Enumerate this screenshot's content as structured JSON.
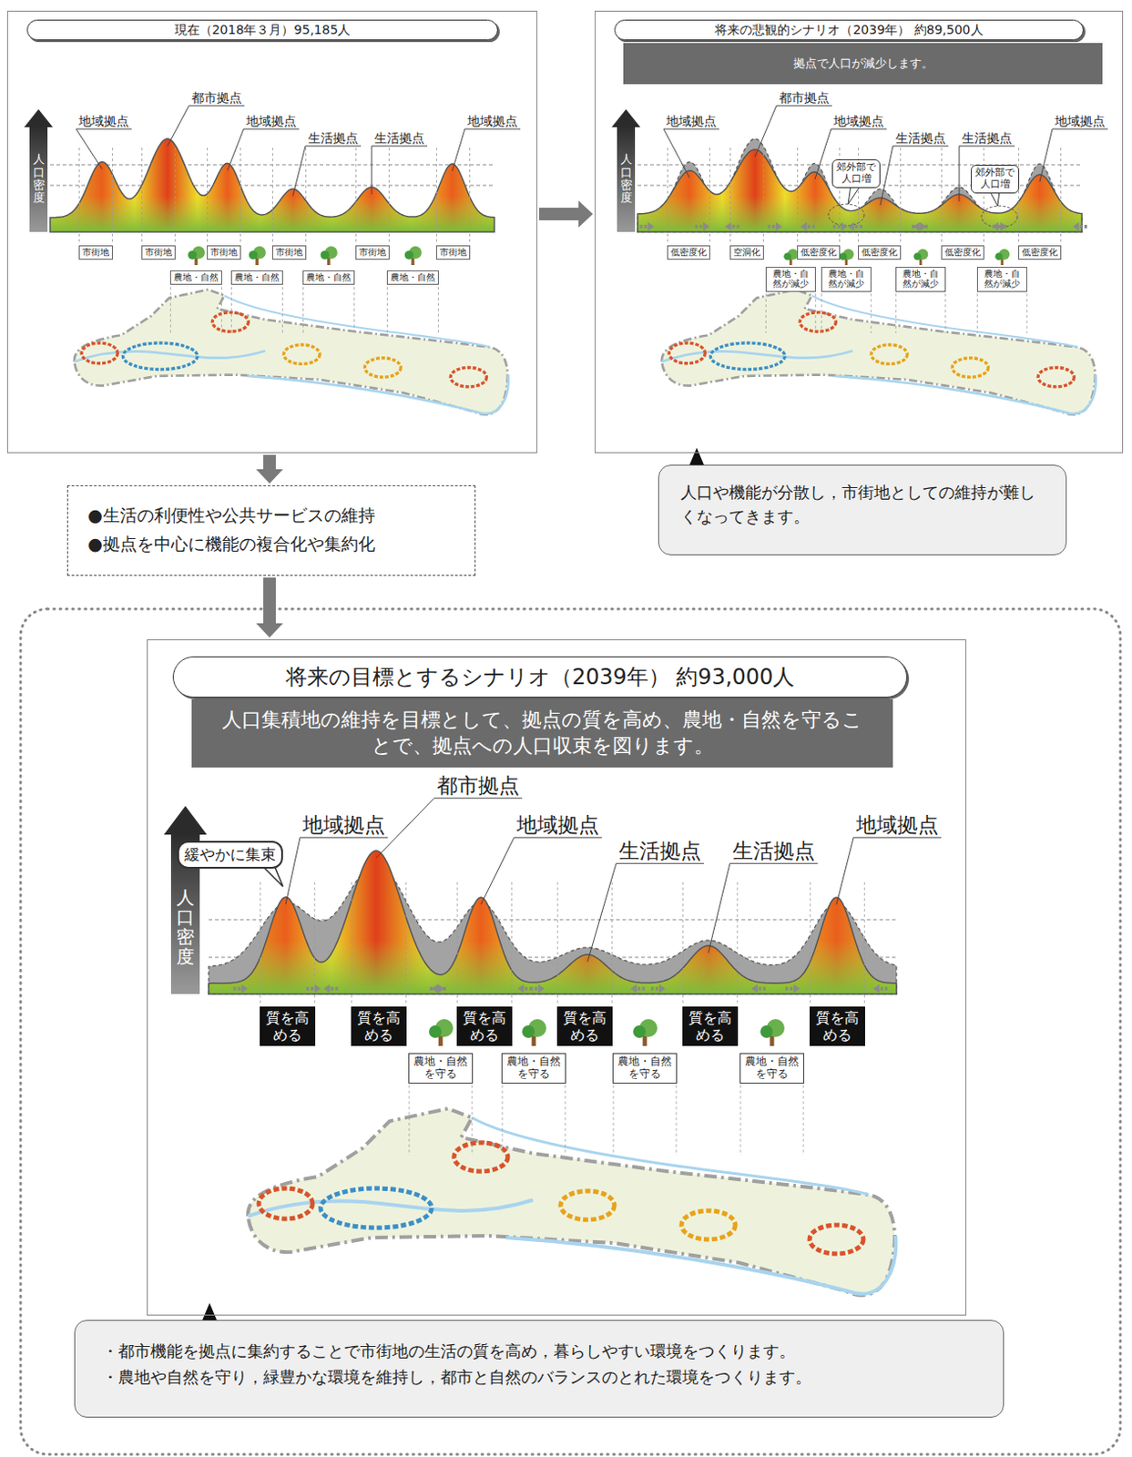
{
  "diagram": {
    "nodes": [
      {
        "text": [
          "現在（2018年３月）95,185人"
        ]
      },
      {
        "text": [
          "市街地"
        ],
        "in": 0
      },
      {
        "text": [
          "市街地"
        ],
        "in": 0
      },
      {
        "text": [
          "市街地"
        ],
        "in": 0
      },
      {
        "text": [
          "市街地"
        ],
        "in": 0
      },
      {
        "text": [
          "市街地"
        ],
        "in": 0
      },
      {
        "text": [
          "市街地"
        ],
        "in": 0
      },
      {
        "text": [
          "農地・自然"
        ],
        "in": 0
      },
      {
        "text": [
          "農地・自然"
        ],
        "in": 0
      },
      {
        "text": [
          "農地・自然"
        ],
        "in": 0
      },
      {
        "text": [
          "農地・自然"
        ],
        "in": 0
      },
      {
        "text": [
          "将来の悲観的シナリオ（2039年） 約89,500人",
          "拠点で人口が減少します。"
        ]
      },
      {
        "text": [
          "低密度化"
        ],
        "in": 11
      },
      {
        "text": [
          "空洞化"
        ],
        "in": 11
      },
      {
        "text": [
          "低密度化"
        ],
        "in": 11
      },
      {
        "text": [
          "低密度化"
        ],
        "in": 11
      },
      {
        "text": [
          "低密度化"
        ],
        "in": 11
      },
      {
        "text": [
          "低密度化"
        ],
        "in": 11
      },
      {
        "text": [
          "農地・自然が減少"
        ],
        "in": 11
      },
      {
        "text": [
          "農地・自然が減少"
        ],
        "in": 11
      },
      {
        "text": [
          "農地・自然が減少"
        ],
        "in": 11
      },
      {
        "text": [
          "農地・自然が減少"
        ],
        "in": 11
      },
      {
        "text": [
          "郊外部で人口増"
        ],
        "in": 11
      },
      {
        "text": [
          "郊外部で人口増"
        ],
        "in": 11
      },
      {
        "text": [
          "人口や機能が分散し，市街地としての維持が難しくなってきます。"
        ]
      },
      {
        "text": [
          "●生活の利便性や公共サービスの維持",
          "●拠点を中心に機能の複合化や集約化"
        ]
      },
      {
        "text": [
          "将来の目標とするシナリオ（2039年） 約93,000人",
          "人口集積地の維持を目標として、拠点の質を高め、農地・自然を守ることで、拠点への人口収束を図ります。"
        ]
      },
      {
        "text": [
          "緩やかに集束"
        ],
        "in": 26
      },
      {
        "text": [
          "質を高める"
        ],
        "in": 26
      },
      {
        "text": [
          "質を高める"
        ],
        "in": 26
      },
      {
        "text": [
          "質を高める"
        ],
        "in": 26
      },
      {
        "text": [
          "質を高める"
        ],
        "in": 26
      },
      {
        "text": [
          "質を高める"
        ],
        "in": 26
      },
      {
        "text": [
          "質を高める"
        ],
        "in": 26
      },
      {
        "text": [
          "農地・自然を守る"
        ],
        "in": 26
      },
      {
        "text": [
          "農地・自然を守る"
        ],
        "in": 26
      },
      {
        "text": [
          "農地・自然を守る"
        ],
        "in": 26
      },
      {
        "text": [
          "農地・自然を守る"
        ],
        "in": 26
      },
      {
        "text": [
          "・都市機能を拠点に集約することで市街地の生活の質を高め，暮らしやすい環境をつくります。",
          "・農地や自然を守り，緑豊かな環境を維持し，都市と自然のバランスのとれた環境をつくります。"
        ]
      }
    ],
    "edges": [
      {
        "from": 0,
        "to": 11,
        "arrow": "to"
      },
      {
        "from": 0,
        "to": 25,
        "arrow": "to"
      },
      {
        "from": 25,
        "to": 26,
        "arrow": "to"
      }
    ],
    "labels": [
      "人口密度",
      "地域拠点",
      "都市拠点",
      "地域拠点",
      "生活拠点",
      "生活拠点",
      "地域拠点",
      "人口密度",
      "地域拠点",
      "都市拠点",
      "地域拠点",
      "生活拠点",
      "生活拠点",
      "地域拠点",
      "人口密度",
      "地域拠点",
      "都市拠点",
      "地域拠点",
      "生活拠点",
      "生活拠点",
      "地域拠点"
    ]
  }
}
